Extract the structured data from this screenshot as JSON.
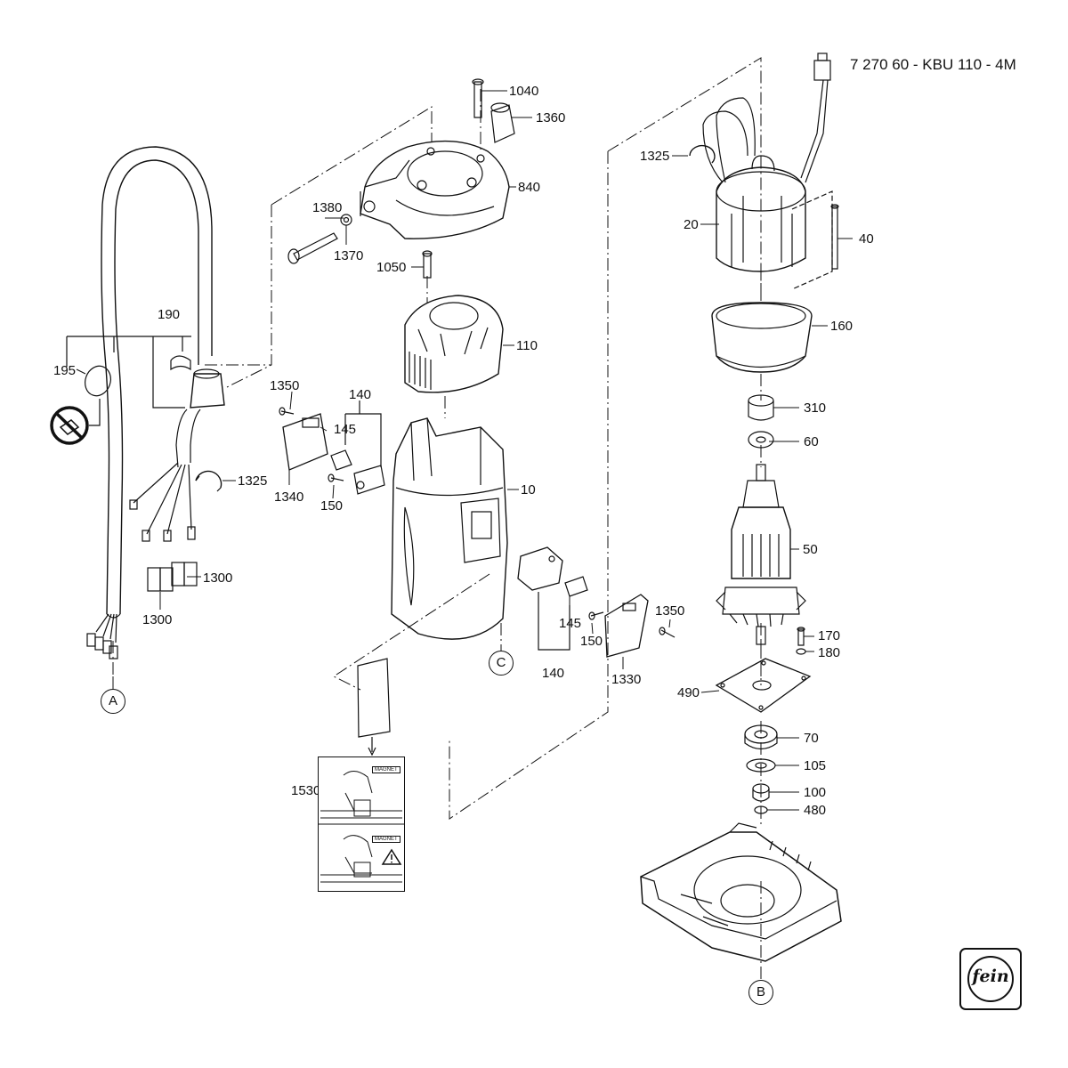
{
  "title": "7 270 60 - KBU 110 - 4M",
  "callouts": {
    "c1040": "1040",
    "c1360": "1360",
    "c840": "840",
    "c1380": "1380",
    "c1370": "1370",
    "c1050": "1050",
    "c110": "110",
    "c190": "190",
    "c195": "195",
    "c1350a": "1350",
    "c140a": "140",
    "c145a": "145",
    "c1340": "1340",
    "c150a": "150",
    "c10": "10",
    "c1325a": "1325",
    "c1300a": "1300",
    "c1300b": "1300",
    "c145b": "145",
    "c150b": "150",
    "c1350b": "1350",
    "c140b": "140",
    "c1330": "1330",
    "c1530": "1530",
    "c1325b": "1325",
    "c20": "20",
    "c40": "40",
    "c160": "160",
    "c310": "310",
    "c60": "60",
    "c50": "50",
    "c170": "170",
    "c180": "180",
    "c490": "490",
    "c70": "70",
    "c105": "105",
    "c100": "100",
    "c480": "480"
  },
  "connectors": {
    "A": "A",
    "B": "B",
    "C": "C"
  },
  "sheet_tags": {
    "top": "MAGNET",
    "bottom": "MAGNET"
  },
  "logo": "fein",
  "icons": [
    "no-drilling-prohibition-icon",
    "warning-triangle-icon",
    "fein-logo-icon"
  ]
}
